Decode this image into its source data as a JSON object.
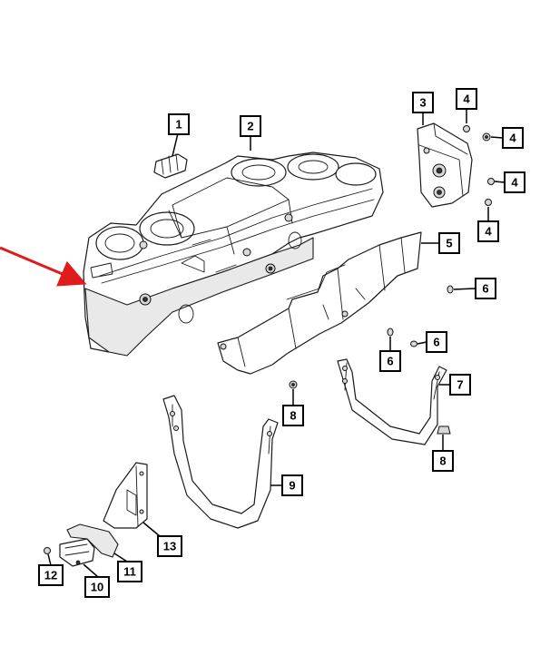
{
  "callouts": [
    {
      "id": "c1",
      "label": "1"
    },
    {
      "id": "c2",
      "label": "2"
    },
    {
      "id": "c3",
      "label": "3"
    },
    {
      "id": "c4a",
      "label": "4"
    },
    {
      "id": "c4b",
      "label": "4"
    },
    {
      "id": "c4c",
      "label": "4"
    },
    {
      "id": "c4d",
      "label": "4"
    },
    {
      "id": "c5",
      "label": "5"
    },
    {
      "id": "c6a",
      "label": "6"
    },
    {
      "id": "c6b",
      "label": "6"
    },
    {
      "id": "c6c",
      "label": "6"
    },
    {
      "id": "c7",
      "label": "7"
    },
    {
      "id": "c8a",
      "label": "8"
    },
    {
      "id": "c8b",
      "label": "8"
    },
    {
      "id": "c9",
      "label": "9"
    },
    {
      "id": "c10",
      "label": "10"
    },
    {
      "id": "c11",
      "label": "11"
    },
    {
      "id": "c12",
      "label": "12"
    },
    {
      "id": "c13",
      "label": "13"
    }
  ],
  "colors": {
    "pointer_arrow": "#e01b1b",
    "line": "#000000",
    "background": "#ffffff"
  }
}
